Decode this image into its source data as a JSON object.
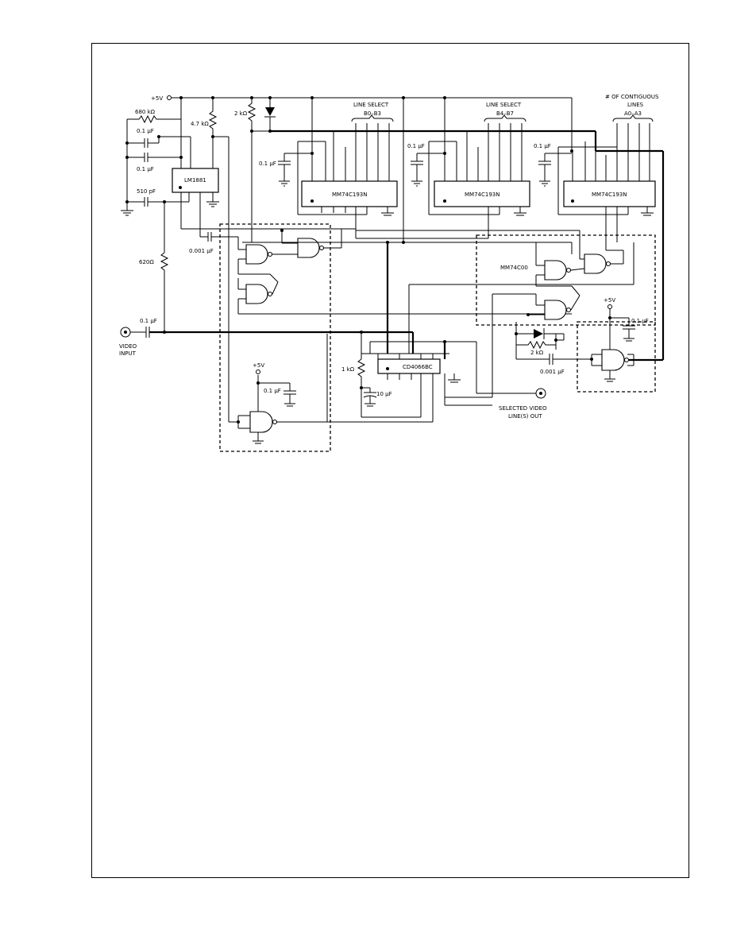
{
  "labels": {
    "vcc_main": "+5V",
    "vcc_mid": "+5V",
    "vcc_right": "+5V",
    "r_680": "680 kΩ",
    "r_47k": "4.7 kΩ",
    "r_2k_top": "2 kΩ",
    "r_620": "620Ω",
    "r_1k": "1 kΩ",
    "r_2k_right": "2 kΩ",
    "c_01_a": "0.1 μF",
    "c_01_b": "0.1 μF",
    "c_510": "510 pF",
    "c_0001_left": "0.001 μF",
    "c_01_mux1": "0.1 μF",
    "c_01_mux2": "0.1 μF",
    "c_01_mux3": "0.1 μF",
    "c_01_in": "0.1 μF",
    "c_01_mid": "0.1 μF",
    "c_10": "10 μF",
    "c_01_right": "0.1 μF",
    "c_0001_right": "0.001 μF",
    "line_sel_1": "LINE SELECT",
    "line_sel_1_range": "B0–B3",
    "line_sel_2": "LINE SELECT",
    "line_sel_2_range": "B4–B7",
    "contig_1": "# OF CONTIGUOUS",
    "contig_2": "LINES",
    "contig_range": "A0–A3",
    "video_in_1": "VIDEO",
    "video_in_2": "INPUT",
    "video_out_1": "SELECTED VIDEO",
    "video_out_2": "LINE(S) OUT"
  },
  "chips": {
    "lm1881": "LM1881",
    "mux1": "MM74C193N",
    "mux2": "MM74C193N",
    "mux3": "MM74C193N",
    "nand": "MM74C00",
    "switch": "CD4066BC"
  }
}
